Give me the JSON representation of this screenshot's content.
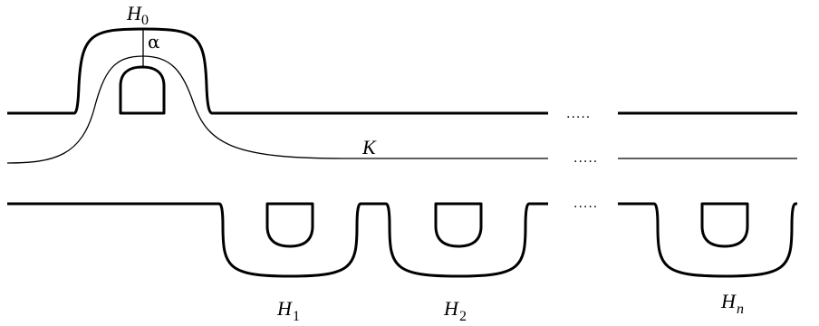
{
  "labels": {
    "h0": {
      "main": "H",
      "sub": "0"
    },
    "h1": {
      "main": "H",
      "sub": "1"
    },
    "h2": {
      "main": "H",
      "sub": "2"
    },
    "hn": {
      "main": "H",
      "sub": "n"
    },
    "alpha": "α",
    "knot": "K"
  },
  "ellipsis": {
    "top": ".....",
    "middle": ".....",
    "bottom": "....."
  }
}
